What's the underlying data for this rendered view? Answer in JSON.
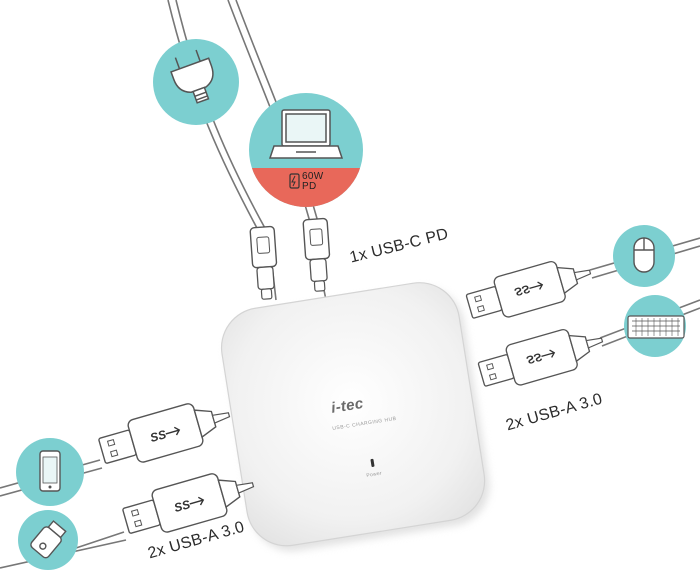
{
  "hub": {
    "brand": "i-tec",
    "model": "USB-C CHARGING HUB",
    "led_label": "Power"
  },
  "ports": {
    "usb_c_label": "1x USB-C PD",
    "usb_a_right_label": "2x USB-A 3.0",
    "usb_a_left_label": "2x USB-A 3.0",
    "power_delivery_badge": "60W PD",
    "power_delivery_watts": "60W",
    "power_delivery_pd": "PD"
  },
  "connector_logo": "SS",
  "icons": [
    "power-plug-icon",
    "laptop-icon",
    "mouse-icon",
    "keyboard-icon",
    "smartphone-icon",
    "usb-flash-drive-icon"
  ],
  "colors": {
    "circle": "#7ccfd0",
    "badge": "#e8685a",
    "hub": "#f2f2f2",
    "cable": "#6e6e6e"
  }
}
